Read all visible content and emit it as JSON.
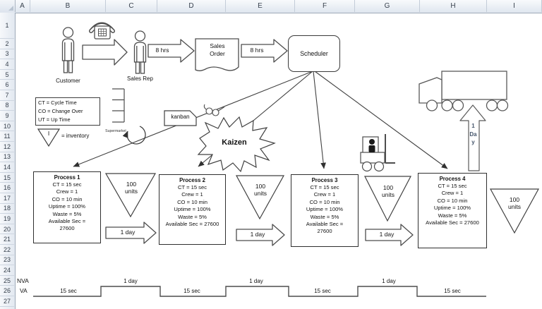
{
  "spreadsheet": {
    "columns": [
      "A",
      "B",
      "C",
      "D",
      "E",
      "F",
      "G",
      "H",
      "I"
    ],
    "rows": [
      "1",
      "2",
      "3",
      "4",
      "5",
      "6",
      "7",
      "8",
      "9",
      "10",
      "11",
      "12",
      "13",
      "14",
      "15",
      "16",
      "17",
      "18",
      "19",
      "20",
      "21",
      "22",
      "23",
      "24",
      "25",
      "26",
      "27"
    ]
  },
  "top": {
    "customer_label": "Customer",
    "sales_rep_label": "Sales Rep",
    "arrow1_label": "8 hrs",
    "sales_order_label": "Sales\nOrder",
    "arrow2_label": "8 hrs",
    "scheduler_label": "Scheduler"
  },
  "legend": {
    "line1": "CT = Cycle Time",
    "line2": "CO = Change Over",
    "line3": "UT = Up Time",
    "inventory_symbol": "I",
    "inventory_label": "= inventory",
    "supermarket_label": "Supermarket"
  },
  "kanban_label": "kanban",
  "kaizen_label": "Kaizen",
  "processes": [
    {
      "title": "Process 1",
      "body": "CT = 15 sec\nCrew = 1\nCO = 10 min\nUptime = 100%\nWaste = 5%\nAvailable Sec =\n27600"
    },
    {
      "title": "Process 2",
      "body": "CT = 15 sec\nCrew = 1\nCO = 10 min\nUptime = 100%\nWaste = 5%\nAvailable Sec = 27600"
    },
    {
      "title": "Process 3",
      "body": "CT = 15 sec\nCrew = 1\nCO = 10 min\nUptime = 100%\nWaste = 5%\nAvailable Sec =\n27600"
    },
    {
      "title": "Process 4",
      "body": "CT = 15 sec\nCrew = 1\nCO = 10 min\nUptime = 100%\nWaste = 5%\nAvailable Sec = 27600"
    }
  ],
  "inventory_triangles": [
    {
      "label": "100\nunits"
    },
    {
      "label": "100\nunits"
    },
    {
      "label": "100\nunits"
    },
    {
      "label": "100\nunits"
    }
  ],
  "transfer_arrows": [
    {
      "label": "1 day"
    },
    {
      "label": "1 day"
    },
    {
      "label": "1 day"
    }
  ],
  "shipping_arrow_label": "1 Day",
  "timeline": {
    "nva_label": "NVA",
    "va_label": "VA",
    "segments": [
      {
        "type": "VA",
        "label": "15 sec"
      },
      {
        "type": "NVA",
        "label": "1 day"
      },
      {
        "type": "VA",
        "label": "15 sec"
      },
      {
        "type": "NVA",
        "label": "1 day"
      },
      {
        "type": "VA",
        "label": "15 sec"
      },
      {
        "type": "NVA",
        "label": "1 day"
      },
      {
        "type": "VA",
        "label": "15 sec"
      }
    ]
  },
  "colors": {
    "shipping_text": "#44546A",
    "shape_stroke": "#404040"
  }
}
